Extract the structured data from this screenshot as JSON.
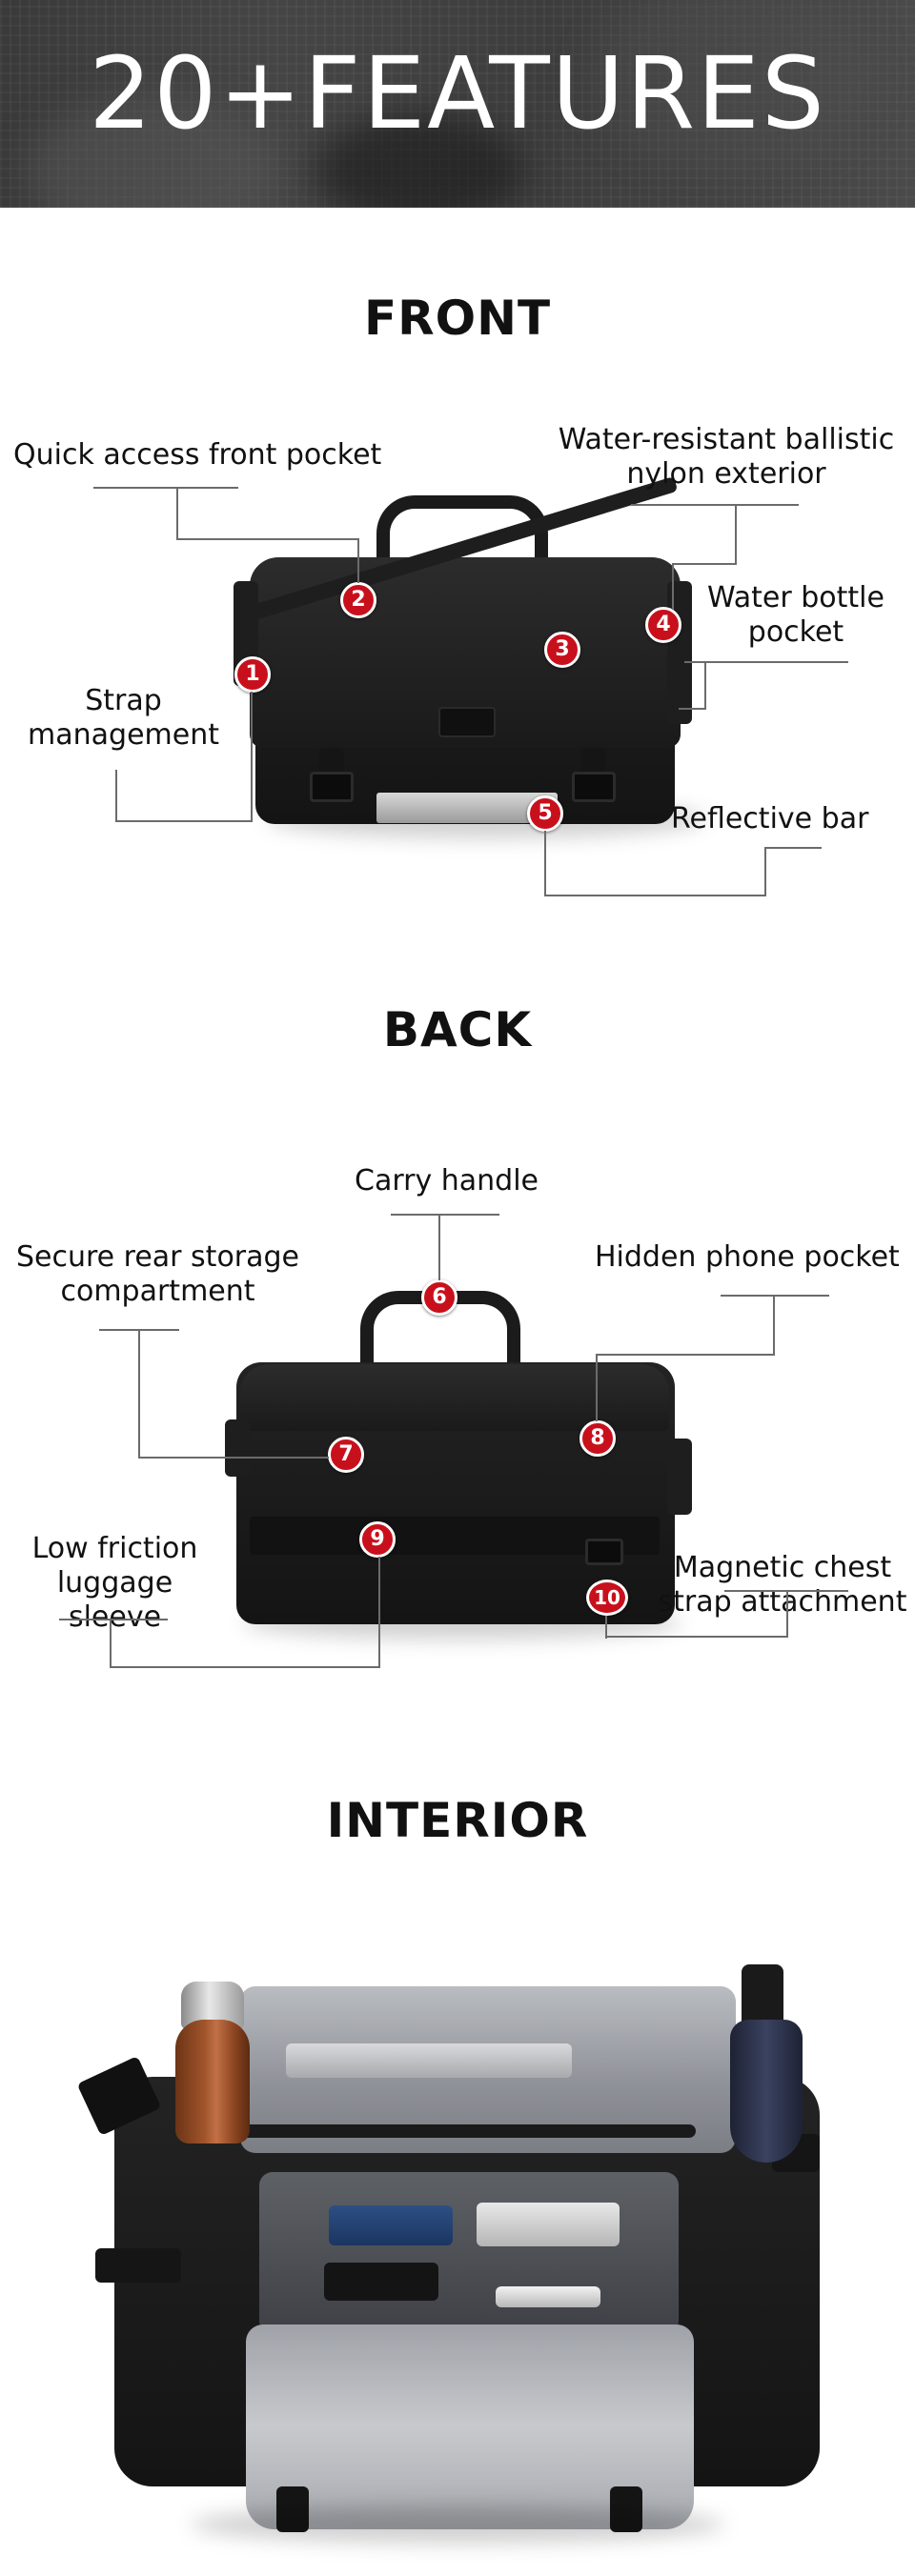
{
  "hero": {
    "title": "20+FEATURES"
  },
  "sections": {
    "front": {
      "title": "FRONT",
      "features": [
        {
          "num": "1",
          "label": "Strap\nmanagement"
        },
        {
          "num": "2",
          "label": "Quick access front pocket"
        },
        {
          "num": "3",
          "label": "Water-resistant ballistic\nnylon exterior"
        },
        {
          "num": "4",
          "label": "Water bottle\npocket"
        },
        {
          "num": "5",
          "label": "Reflective bar"
        }
      ]
    },
    "back": {
      "title": "BACK",
      "features": [
        {
          "num": "6",
          "label": "Carry handle"
        },
        {
          "num": "7",
          "label": "Secure rear storage\ncompartment"
        },
        {
          "num": "8",
          "label": "Hidden phone pocket"
        },
        {
          "num": "9",
          "label": "Low friction\nluggage sleeve"
        },
        {
          "num": "10",
          "label": "Magnetic chest\nstrap attachment"
        }
      ]
    },
    "interior": {
      "title": "INTERIOR"
    }
  },
  "colors": {
    "marker": "#c8101c",
    "line": "#6b6b6b",
    "hero_bg": "#3f3f3f"
  },
  "icons": {
    "marker": "numbered-red-circle"
  }
}
